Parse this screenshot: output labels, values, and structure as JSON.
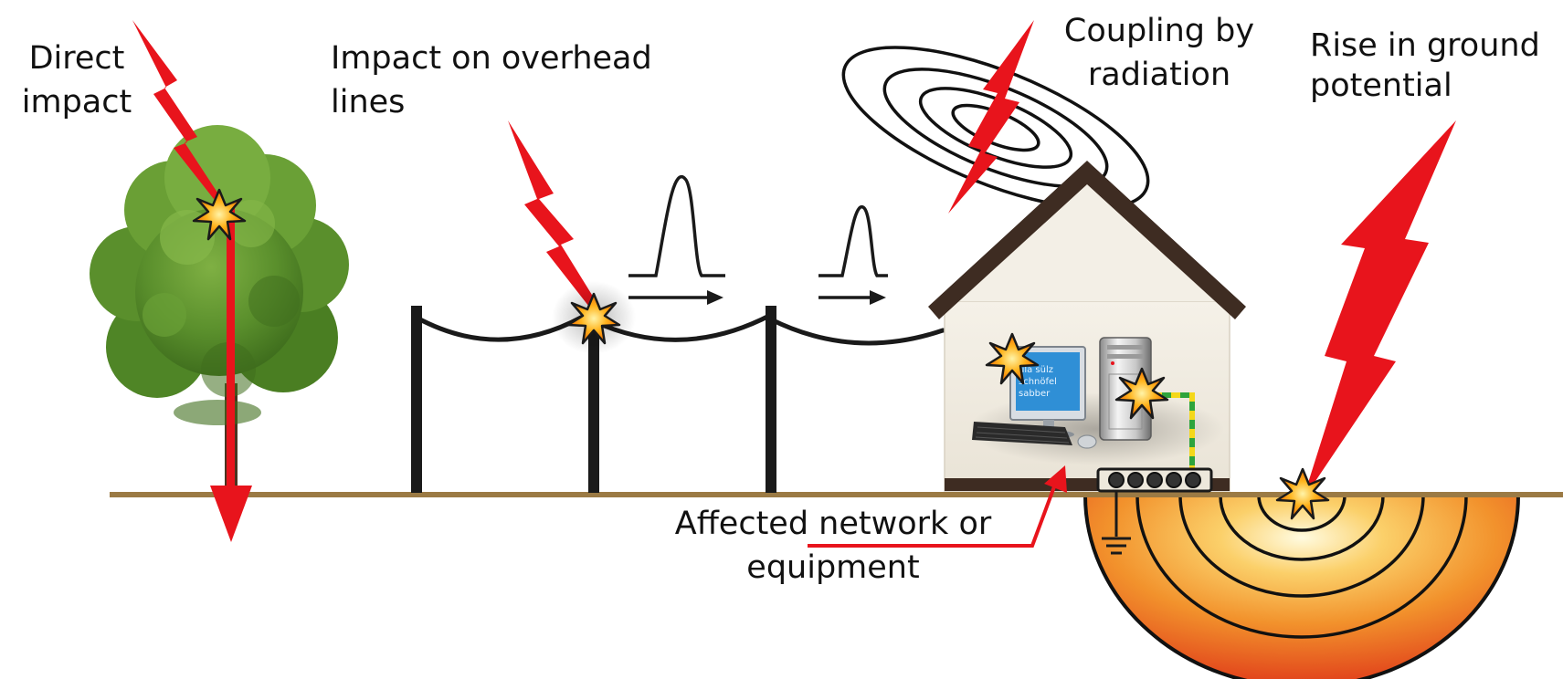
{
  "labels": {
    "direct_impact": [
      "Direct",
      "impact"
    ],
    "overhead_impact": [
      "Impact on overhead",
      "lines"
    ],
    "radiation_coupling": [
      "Coupling by",
      "radiation"
    ],
    "ground_potential": [
      "Rise in ground",
      "potential"
    ],
    "affected_equipment": [
      "Affected network or",
      "equipment"
    ]
  },
  "monitor_screen_text": [
    "ula sülz",
    "schnöfel",
    "sabber"
  ],
  "icons": {
    "lightning": "lightning-bolt-icon",
    "spark": "spark-burst-icon",
    "surge": "surge-pulse-icon",
    "ground": "ground-symbol-icon"
  },
  "colors": {
    "lightning": "#e8141c",
    "ground_line": "#9b7a44",
    "pole": "#1a1a1a",
    "roof": "#3e2c22",
    "house_wall": "#f3efe6",
    "earth_outer": "#e24a1c",
    "earth_inner": "#fff6cc",
    "monitor_screen": "#2f8fd6",
    "ground_wire_yellow": "#f4d81a",
    "ground_wire_green": "#2ea43c"
  }
}
